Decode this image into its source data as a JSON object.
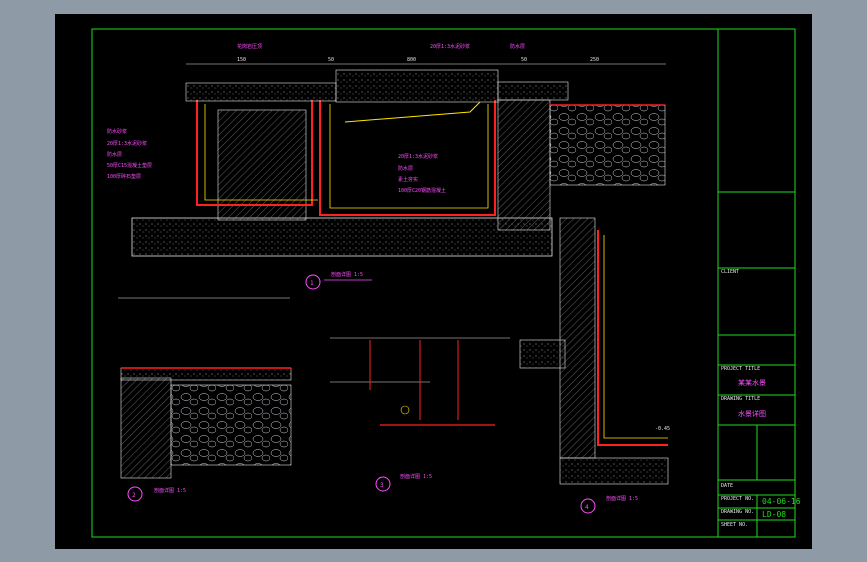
{
  "drawing": {
    "title_block": {
      "labels": [
        {
          "key": "client",
          "text": "CLIENT"
        },
        {
          "key": "project_title",
          "text": "PROJECT TITLE"
        },
        {
          "key": "project_name",
          "text": "某某水景"
        },
        {
          "key": "drawing_title",
          "text": "DRAWING TITLE"
        },
        {
          "key": "drawing_name",
          "text": "水景详图"
        },
        {
          "key": "date",
          "text": "DATE"
        },
        {
          "key": "project_no",
          "text": "PROJECT NO."
        },
        {
          "key": "drawing_no",
          "text": "DRAWING NO."
        },
        {
          "key": "sheet_no",
          "text": "SHEET NO."
        }
      ],
      "date_value": "04-06-16",
      "drawing_no_value": "LD-08"
    },
    "section_titles": [
      {
        "id": "a",
        "number": "1",
        "text": "剖面详图 1:5"
      },
      {
        "id": "b",
        "number": "2",
        "text": "剖面详图 1:5"
      },
      {
        "id": "c",
        "number": "3",
        "text": "剖面详图 1:5"
      },
      {
        "id": "d",
        "number": "4",
        "text": "剖面详图 1:5"
      }
    ],
    "notes_left": [
      "防水砂浆",
      "20厚1:3水泥砂浆",
      "防水层",
      "50厚C15混凝土垫层",
      "100厚碎石垫层"
    ],
    "notes_mid": [
      "20厚1:3水泥砂浆",
      "防水层",
      "素土夯实",
      "100厚C20钢筋混凝土"
    ],
    "notes_right": [
      "花岗岩压顶",
      "20厚1:3水泥砂浆",
      "防水层"
    ],
    "dims_top": [
      "150",
      "50",
      "800",
      "50",
      "250"
    ],
    "callout": "-0.45"
  }
}
